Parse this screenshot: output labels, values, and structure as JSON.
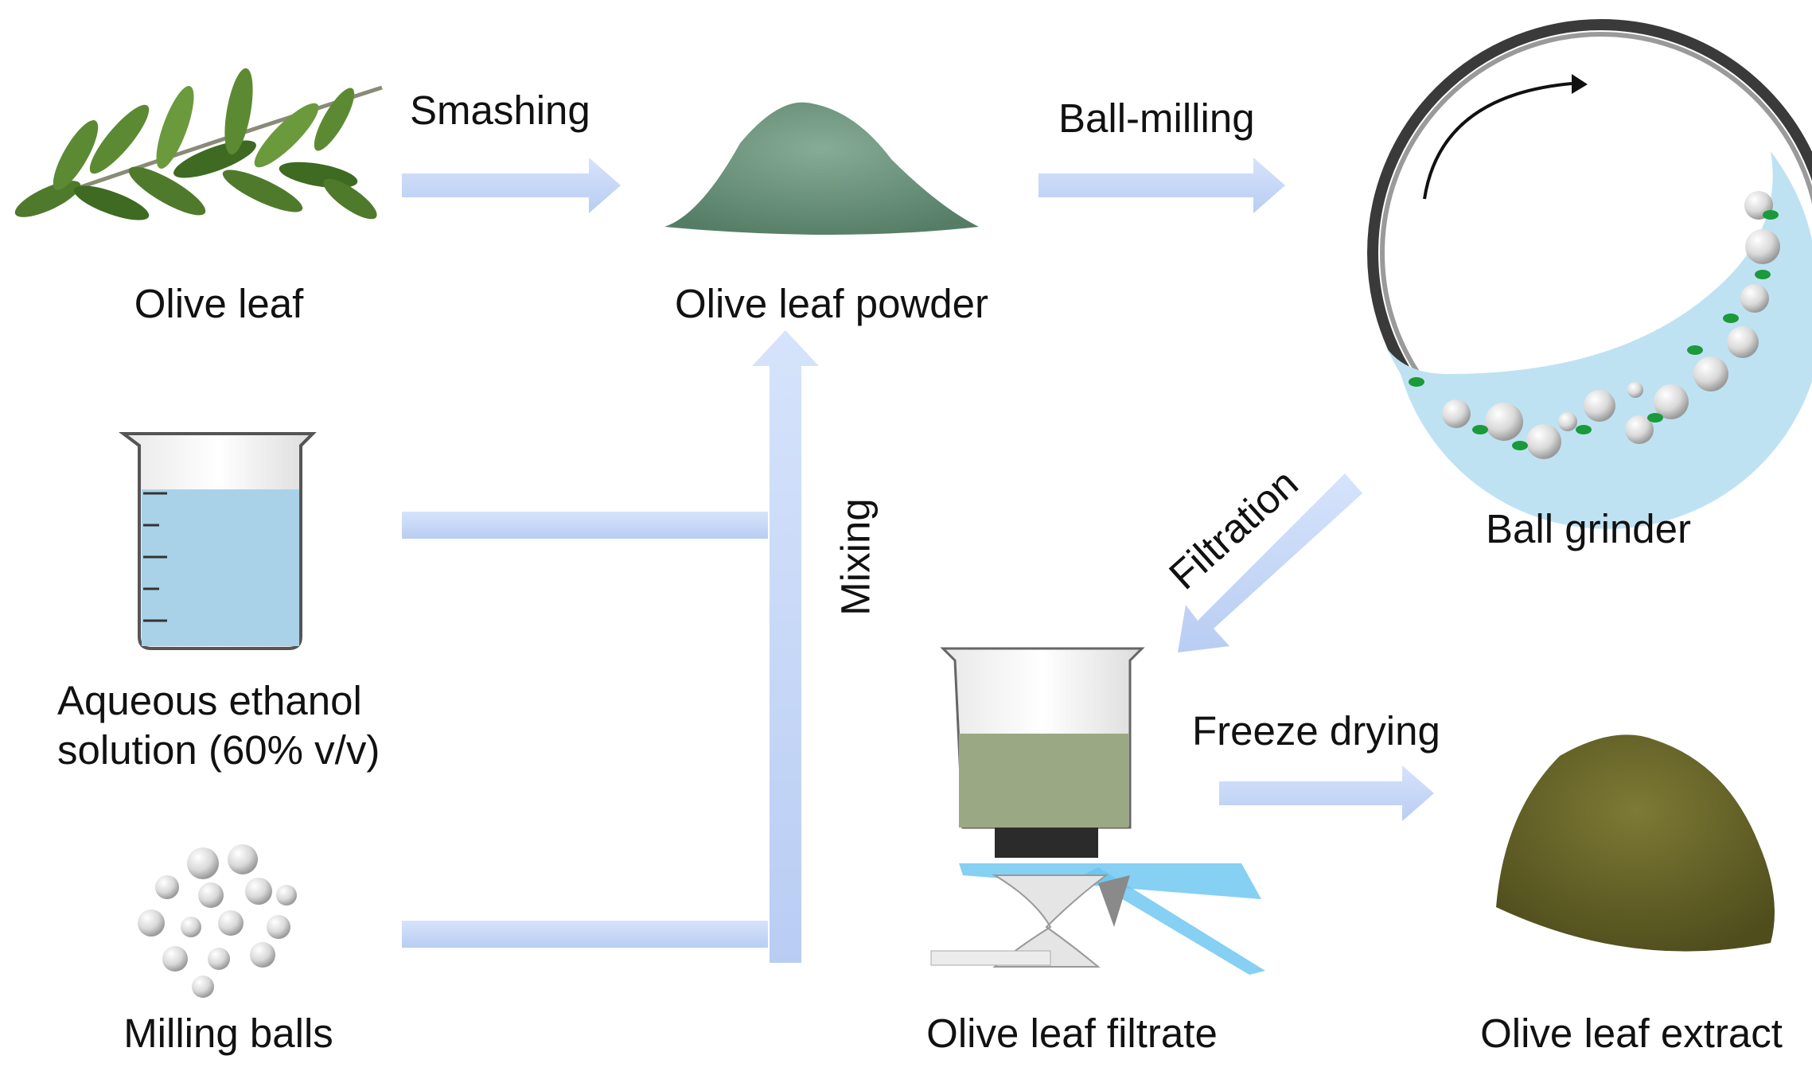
{
  "nodes": {
    "olive_leaf": "Olive leaf",
    "olive_leaf_powder": "Olive leaf powder",
    "ball_grinder": "Ball grinder",
    "aqueous_line1": "Aqueous ethanol",
    "aqueous_line2": "solution (60% v/v)",
    "milling_balls": "Milling balls",
    "olive_leaf_filtrate": "Olive leaf filtrate",
    "olive_leaf_extract": "Olive leaf extract"
  },
  "steps": {
    "smashing": "Smashing",
    "ball_milling": "Ball-milling",
    "mixing": "Mixing",
    "filtration": "Filtration",
    "freeze_drying": "Freeze drying"
  },
  "colors": {
    "arrow": "#c4d6f7",
    "liquid": "#a9d2e8",
    "powder": "#6f9982",
    "extract": "#6b6a2a",
    "filtrate": "#9aa883",
    "leaf": "#4f7a2c",
    "ball_marker": "#1a9a3a"
  }
}
